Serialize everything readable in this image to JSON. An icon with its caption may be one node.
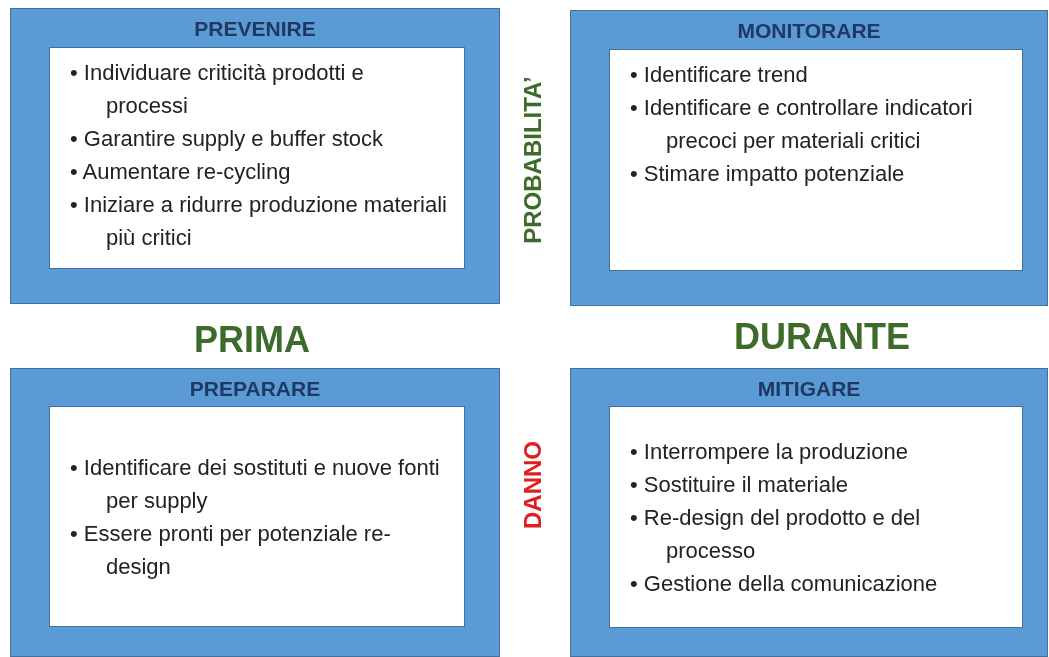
{
  "diagram": {
    "nodes": [
      {
        "text": [
          "PREVENIRE",
          "• Individuare criticità prodotti e processi",
          "• Garantire supply e buffer stock",
          "• Aumentare re-cycling",
          "• Iniziare a ridurre produzione materiali più critici"
        ]
      },
      {
        "text": [
          "MONITORARE",
          "• Identificare trend",
          "• Identificare e controllare indicatori precoci per materiali critici",
          "• Stimare impatto potenziale"
        ]
      },
      {
        "text": [
          "PREPARARE",
          "• Identificare dei sostituti e nuove fonti per supply",
          "• Essere pronti per potenziale re-design"
        ]
      },
      {
        "text": [
          "MITIGARE",
          "• Interrompere la produzione",
          "• Sostituire il materiale",
          "• Re-design del prodotto e del processo",
          "• Gestione della comunicazione"
        ]
      }
    ],
    "labels": [
      "PROBABILITA’",
      "PRIMA",
      "DURANTE",
      "DANNO"
    ]
  }
}
